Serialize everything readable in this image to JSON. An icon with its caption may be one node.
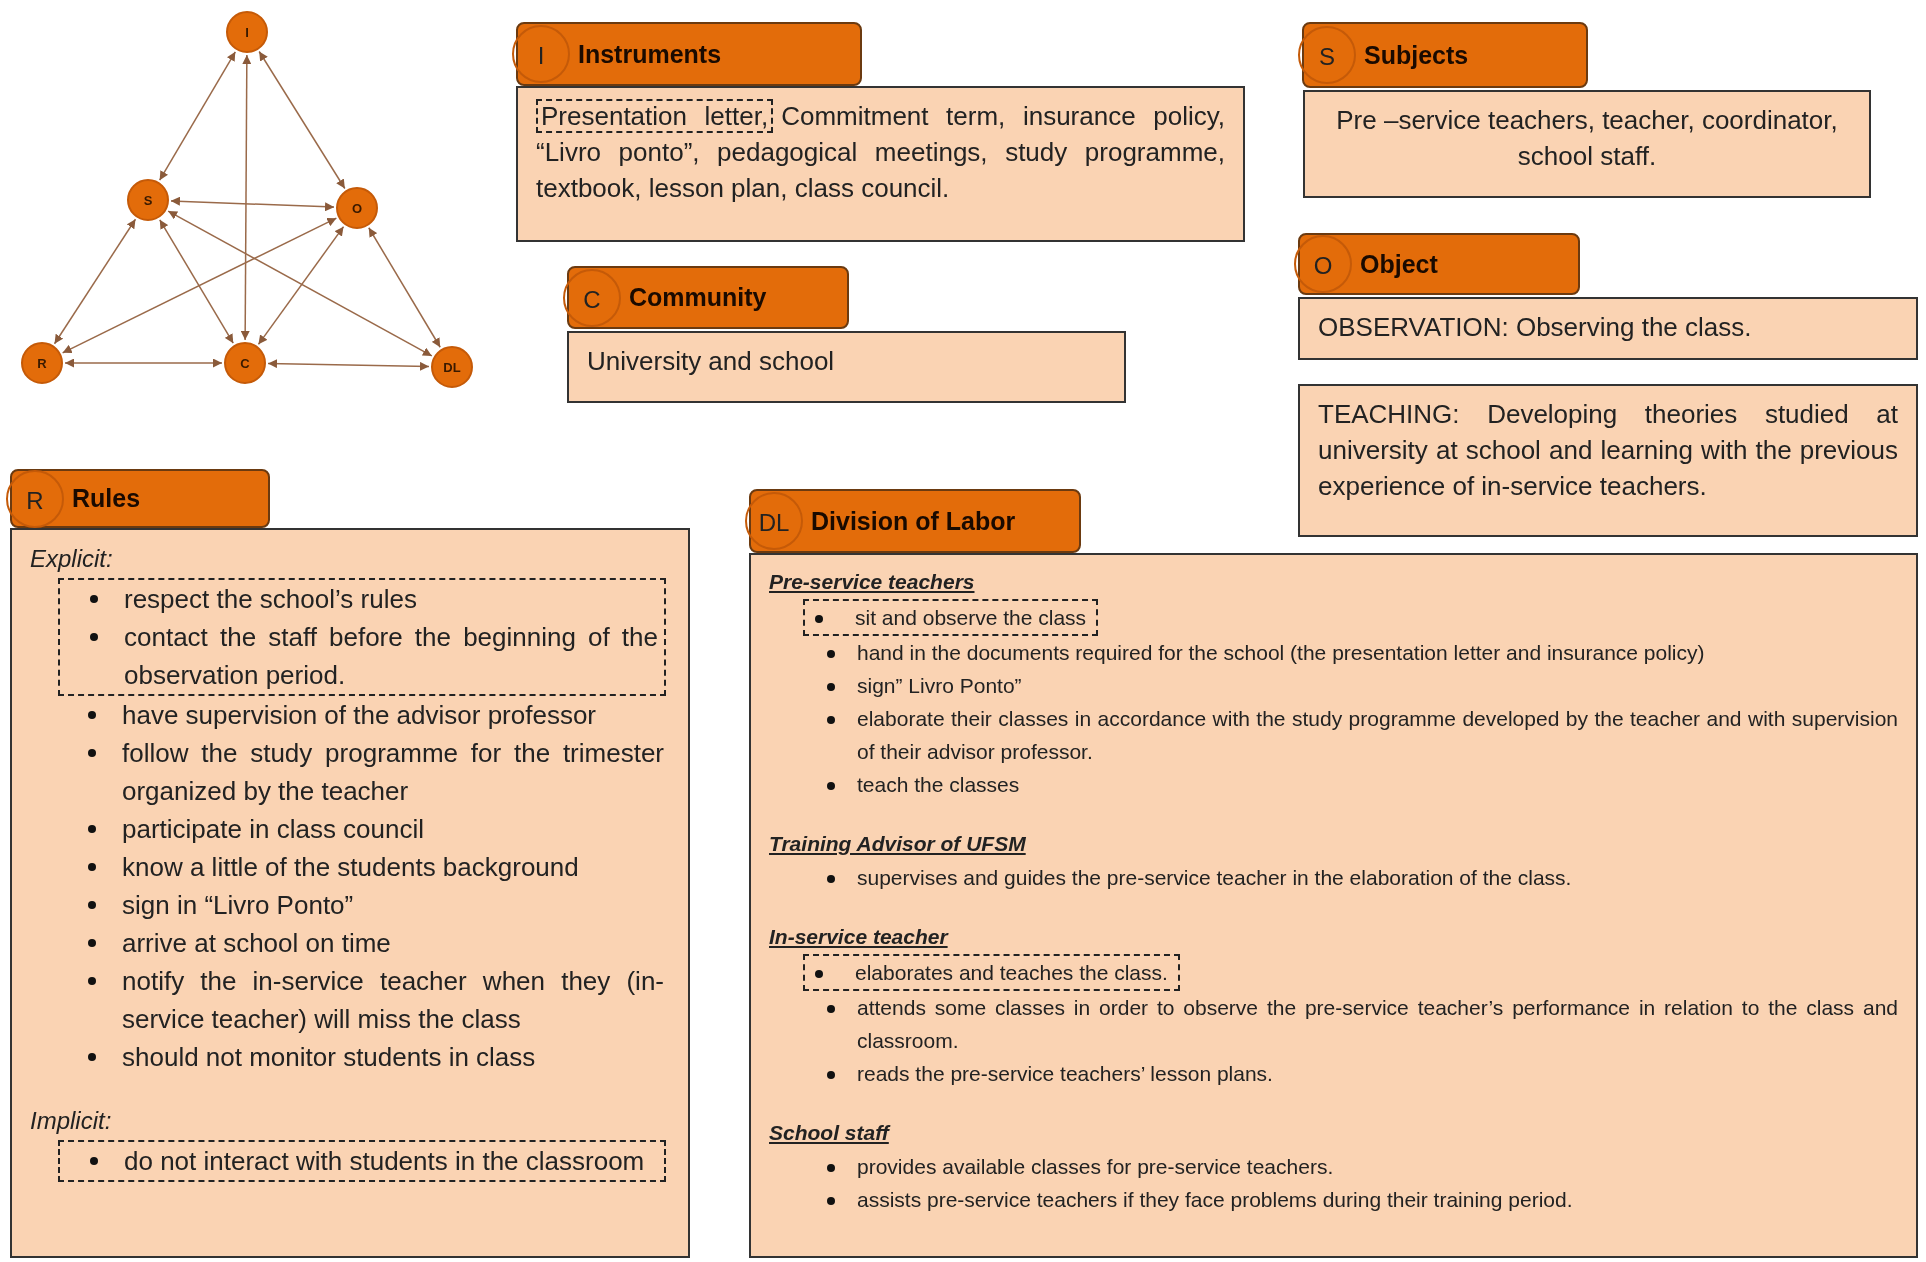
{
  "diagram": {
    "nodes": [
      {
        "text": [
          "I"
        ]
      },
      {
        "text": [
          "S"
        ]
      },
      {
        "text": [
          "O"
        ]
      },
      {
        "text": [
          "R"
        ]
      },
      {
        "text": [
          "C"
        ]
      },
      {
        "text": [
          "DL"
        ]
      },
      {
        "text": [
          "I",
          "Instruments"
        ]
      },
      {
        "text": [
          "Commitment term, insurance policy, “Livro ponto”, pedagogical meetings, study programme, textbook, lesson plan, class council."
        ]
      },
      {
        "text": [
          "Presentation letter,"
        ],
        "in": 7
      },
      {
        "text": [
          "S",
          "Subjects"
        ]
      },
      {
        "text": [
          "Pre –service teachers, teacher, coordinator, school staff."
        ]
      },
      {
        "text": [
          "C",
          "Community"
        ]
      },
      {
        "text": [
          "University and school"
        ]
      },
      {
        "text": [
          "O",
          "Object"
        ]
      },
      {
        "text": [
          "OBSERVATION: Observing the class."
        ]
      },
      {
        "text": [
          "TEACHING: Developing theories studied at university at school and learning with the previous experience of in-service teachers."
        ]
      },
      {
        "text": [
          "R",
          "Rules"
        ]
      },
      {
        "text": [
          "Explicit:",
          "have supervision of the advisor professor",
          "follow the study programme for the trimester organized by the teacher",
          "participate in class council",
          "know a little of the students background",
          "sign in “Livro Ponto”",
          "arrive at school on time",
          "notify the in-service teacher when they (in-service teacher) will miss the class",
          "should not monitor students in class",
          "Implicit:"
        ]
      },
      {
        "text": [
          "respect the school’s rules",
          "contact the staff before the beginning of the observation period."
        ],
        "in": 17
      },
      {
        "text": [
          "do not interact with students in the classroom"
        ],
        "in": 17
      },
      {
        "text": [
          "DL",
          "Division of Labor"
        ]
      },
      {
        "text": [
          "Pre-service teachers",
          "hand in the documents required for the school (the presentation letter and insurance policy)",
          "sign” Livro Ponto”",
          "elaborate their classes in accordance with the study programme developed by the teacher and with supervision of their advisor professor.",
          "teach the classes",
          "Training Advisor of UFSM",
          "supervises and guides the pre-service teacher in the elaboration of the class.",
          "In-service teacher",
          "attends some classes in order to observe the pre-service teacher’s performance in relation to the class and classroom.",
          "reads the pre-service teachers’ lesson plans.",
          "School staff",
          "provides available classes for pre-service teachers.",
          "assists pre-service teachers if they face problems during their training period."
        ]
      },
      {
        "text": [
          "sit and observe the class"
        ],
        "in": 21
      },
      {
        "text": [
          "elaborates and teaches the class."
        ],
        "in": 21
      }
    ],
    "edges": [
      {
        "from": 0,
        "to": 1,
        "arrow": "both"
      },
      {
        "from": 0,
        "to": 4,
        "arrow": "both"
      },
      {
        "from": 0,
        "to": 2,
        "arrow": "both"
      },
      {
        "from": 1,
        "to": 2,
        "arrow": "both"
      },
      {
        "from": 1,
        "to": 3,
        "arrow": "both"
      },
      {
        "from": 1,
        "to": 4,
        "arrow": "both"
      },
      {
        "from": 1,
        "to": 5,
        "arrow": "both"
      },
      {
        "from": 2,
        "to": 3,
        "arrow": "both"
      },
      {
        "from": 2,
        "to": 4,
        "arrow": "both"
      },
      {
        "from": 2,
        "to": 5,
        "arrow": "both"
      },
      {
        "from": 3,
        "to": 4,
        "arrow": "both"
      },
      {
        "from": 4,
        "to": 5,
        "arrow": "both"
      }
    ]
  }
}
